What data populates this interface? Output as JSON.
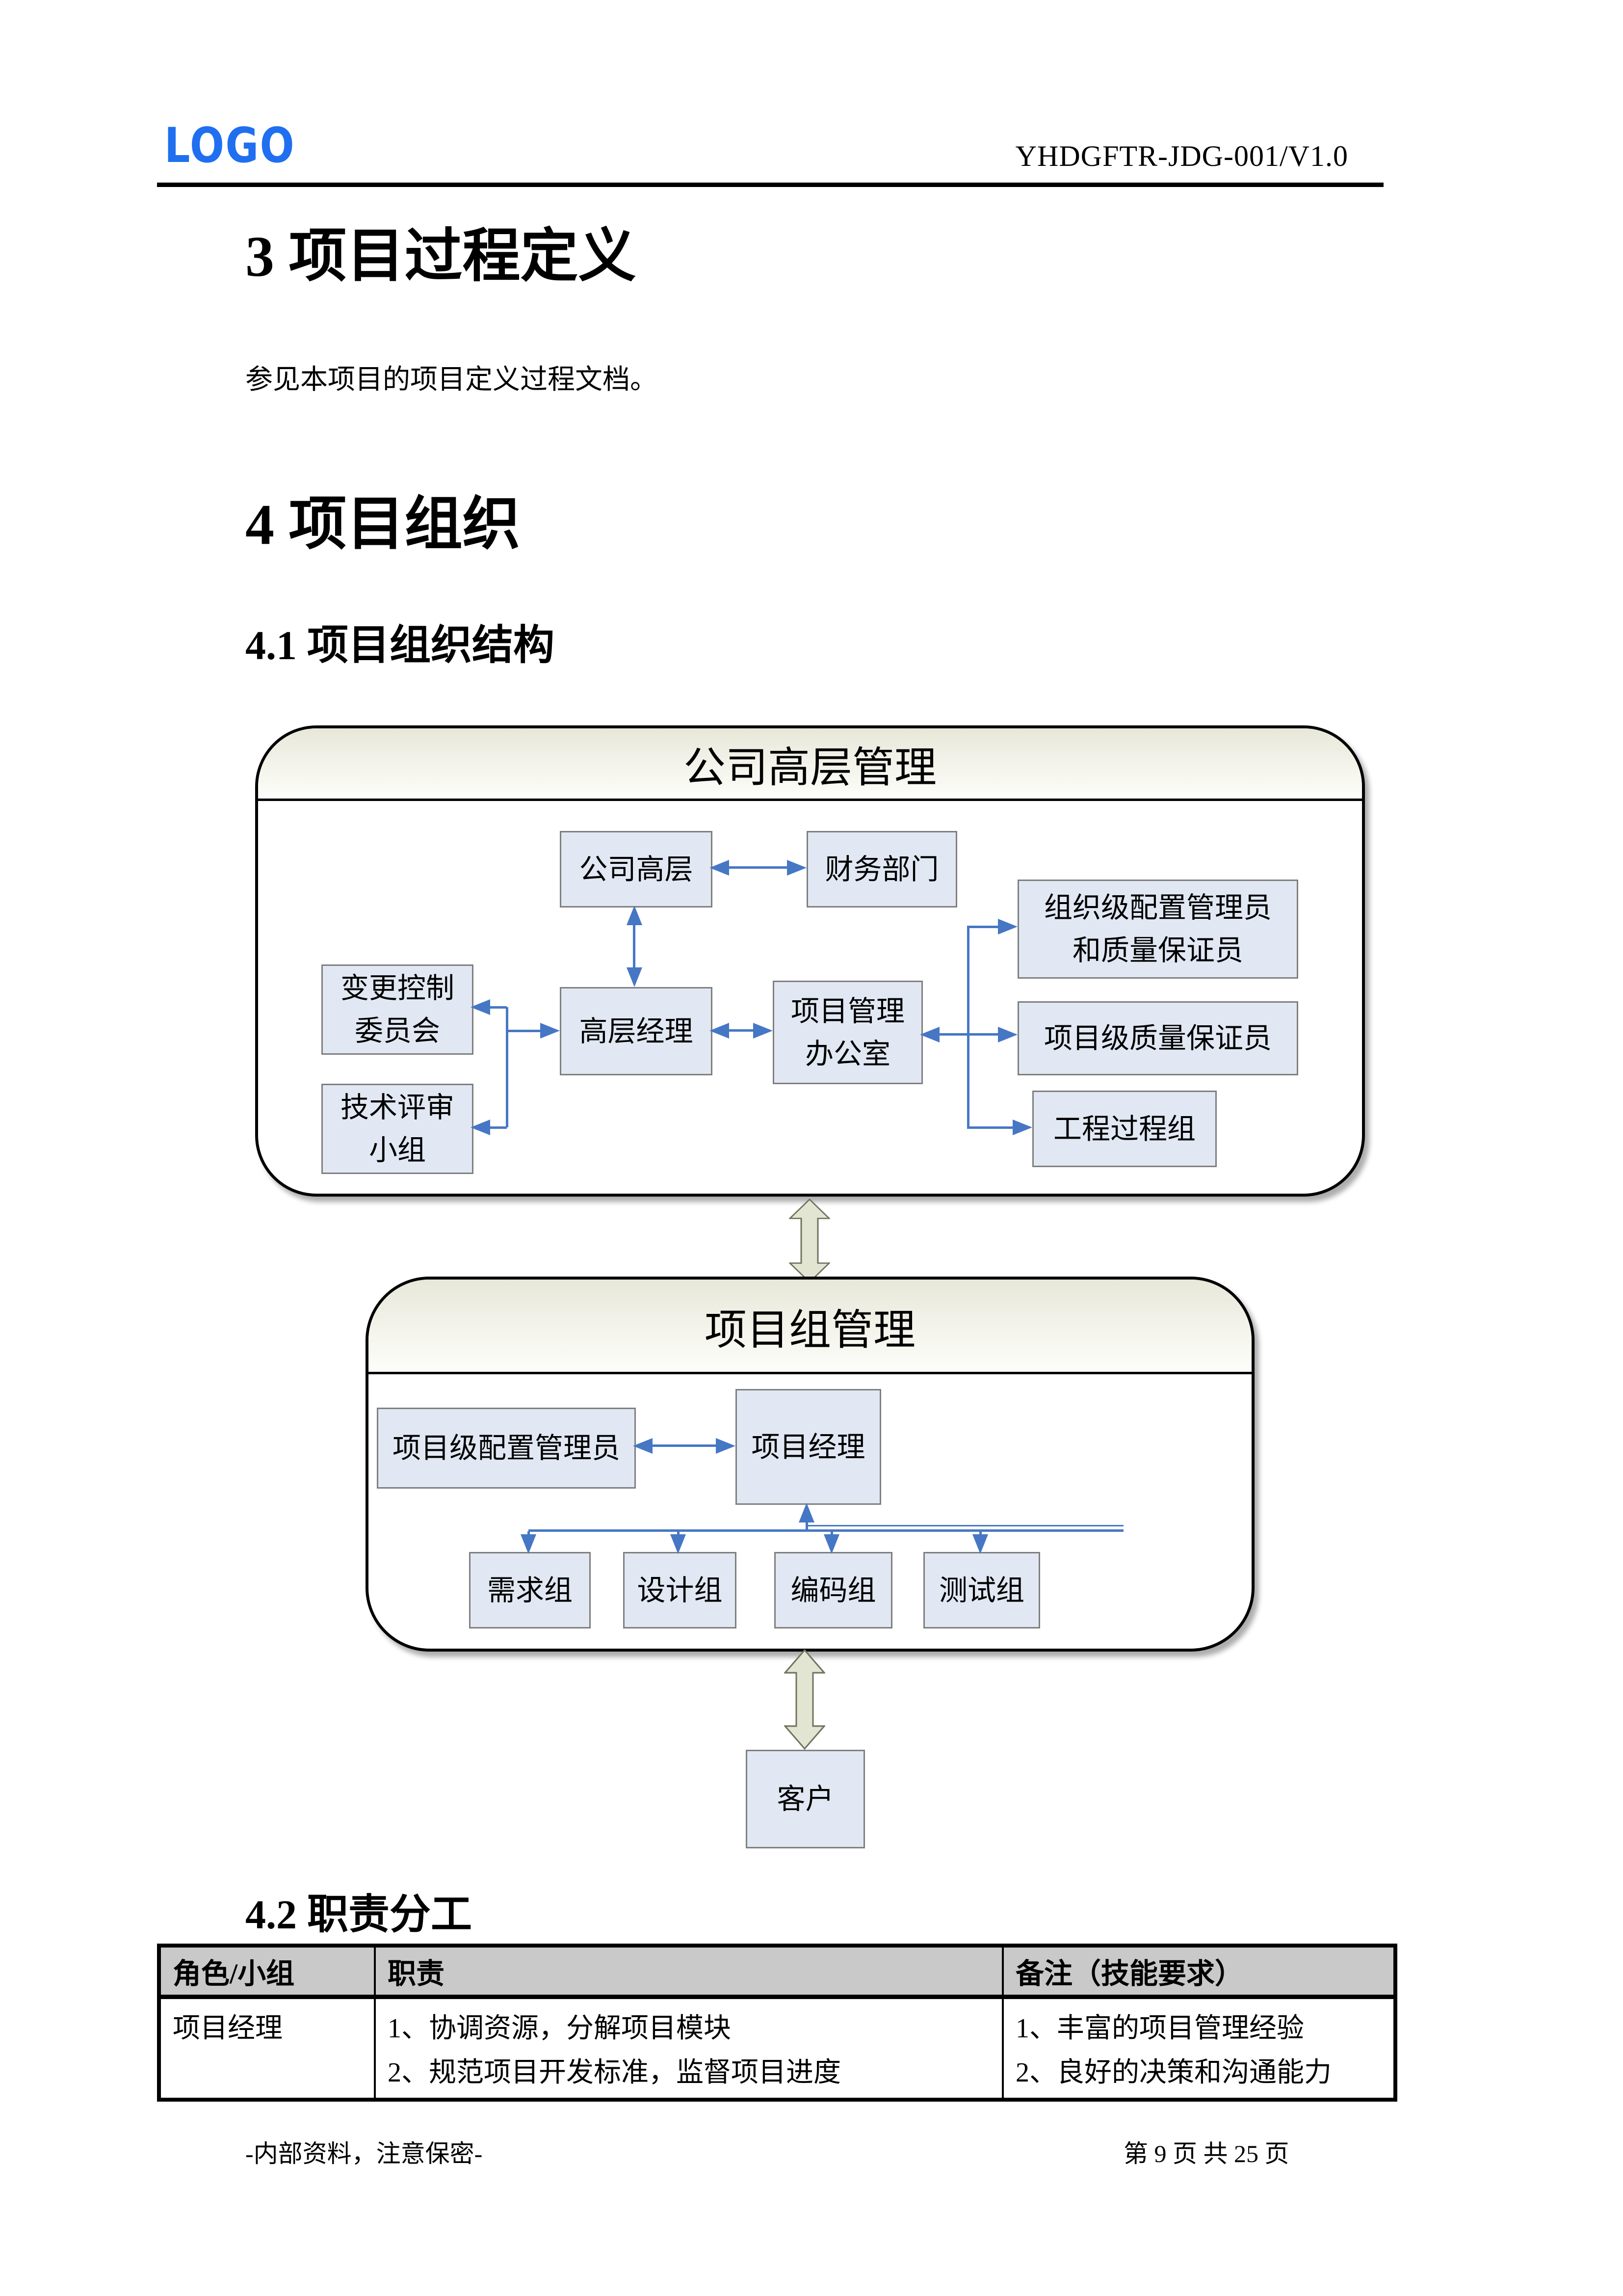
{
  "header": {
    "logo_text": "LOGO",
    "doc_code": "YHDGFTR-JDG-001/V1.0"
  },
  "headings": {
    "h3": "3 项目过程定义",
    "p3": "参见本项目的项目定义过程文档。",
    "h4": "4 项目组织",
    "h41": "4.1 项目组织结构",
    "h42": "4.2 职责分工"
  },
  "chart_top": {
    "title": "公司高层管理",
    "nodes": {
      "company_top": "公司高层",
      "finance": "财务部门",
      "ccb": "变更控制\n委员会",
      "senior_manager": "高层经理",
      "pmo": "项目管理\n办公室",
      "org_cm_qa": "组织级配置管理员\n和质量保证员",
      "project_qa": "项目级质量保证员",
      "epg": "工程过程组",
      "tech_review": "技术评审\n小组"
    }
  },
  "chart_project": {
    "title": "项目组管理",
    "nodes": {
      "project_cm": "项目级配置管理员",
      "project_manager": "项目经理",
      "req_group": "需求组",
      "design_group": "设计组",
      "coding_group": "编码组",
      "test_group": "测试组",
      "customer": "客户"
    }
  },
  "table": {
    "headers": [
      "角色/小组",
      "职责",
      "备注（技能要求）"
    ],
    "rows": [
      {
        "role": "项目经理",
        "duties": "1、协调资源，分解项目模块\n2、规范项目开发标准，监督项目进度",
        "notes": "1、丰富的项目管理经验\n2、良好的决策和沟通能力"
      }
    ]
  },
  "footer": {
    "left": "-内部资料，注意保密-",
    "right": "第 9 页 共 25 页"
  },
  "colors": {
    "logo_blue": "#1f6ff0",
    "arrow_blue": "#4677c4",
    "node_fill": "#e1e8f3",
    "node_border": "#7f7f7f",
    "table_header_bg": "#c9c9c9",
    "link_arrow_fill": "#e3e5d3",
    "link_arrow_stroke": "#72725f"
  }
}
